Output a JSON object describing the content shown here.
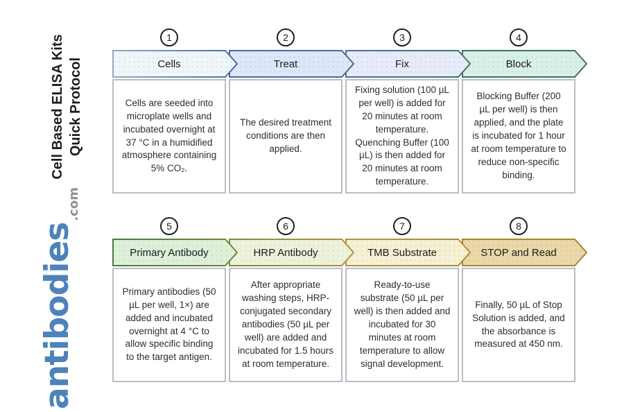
{
  "sidebar": {
    "title_line1": "Cell Based ELISA Kits",
    "title_line2": "Quick Protocol",
    "logo_text": "antibodies",
    "logo_suffix": ".com",
    "logo_color": "#4d82bb",
    "logo_suffix_color": "#8f9093"
  },
  "steps": [
    {
      "number": "1",
      "label": "Cells",
      "description": "Cells are seeded into microplate wells and incubated overnight at 37 °C in a humidified atmosphere containing 5% CO₂.",
      "fill": "#f1f6fb",
      "stroke_from": "#93a9c6",
      "stroke_to": "#47699c"
    },
    {
      "number": "2",
      "label": "Treat",
      "description": "The desired treatment conditions are then applied.",
      "fill": "#dde7f8",
      "stroke_from": "#47699c",
      "stroke_to": "#47699c"
    },
    {
      "number": "3",
      "label": "Fix",
      "description": "Fixing solution (100 µL per well) is added for 20 minutes at room temperature. Quenching Buffer (100 µL) is then added for 20 minutes at room temperature.",
      "fill": "#e6ecfa",
      "stroke_from": "#4a6d9c",
      "stroke_to": "#41716a"
    },
    {
      "number": "4",
      "label": "Block",
      "description": "Blocking Buffer (200 µL per well) is then applied, and the plate is incubated for 1 hour at room temperature to reduce non-specific binding.",
      "fill": "#d8f0e7",
      "stroke_from": "#3f7062",
      "stroke_to": "#3f7062"
    },
    {
      "number": "5",
      "label": "Primary Antibody",
      "description": "Primary antibodies (50 µL per well, 1×) are added and incubated overnight at 4 °C to allow specific binding to the target antigen.",
      "fill": "#dff0d8",
      "stroke_from": "#4a7a3c",
      "stroke_to": "#6c8639"
    },
    {
      "number": "6",
      "label": "HRP Antibody",
      "description": "After appropriate washing steps, HRP-conjugated secondary antibodies (50 µL per well) are added and incubated for 1.5 hours at room temperature.",
      "fill": "#edf3da",
      "stroke_from": "#7e8c3f",
      "stroke_to": "#b29140"
    },
    {
      "number": "7",
      "label": "TMB Substrate",
      "description": "Ready-to-use substrate (50 µL per well) is then added and incubated for 30 minutes at room temperature to allow signal development.",
      "fill": "#f6f1d3",
      "stroke_from": "#b29140",
      "stroke_to": "#ae8c3a"
    },
    {
      "number": "8",
      "label": "STOP and Read",
      "description": "Finally, 50 µL of Stop Solution is added, and the absorbance is measured at 450 nm.",
      "fill": "#ebd8a8",
      "stroke_from": "#a8842e",
      "stroke_to": "#a8842e"
    }
  ]
}
